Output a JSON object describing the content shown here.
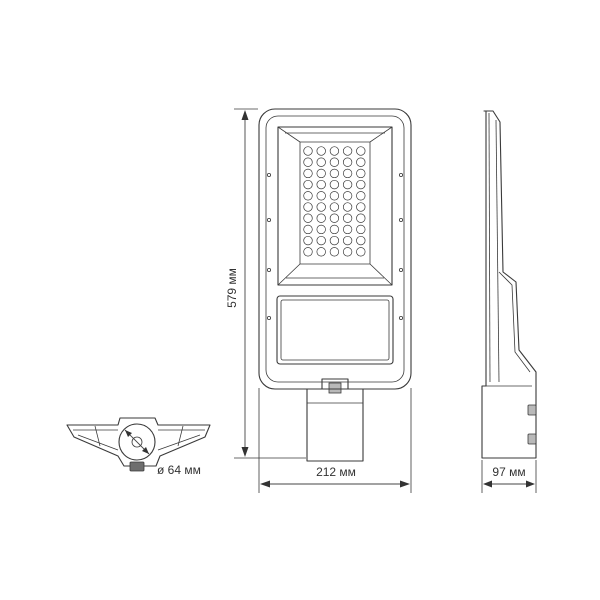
{
  "dimensions": {
    "height": "579 мм",
    "width": "212 мм",
    "depth": "97 мм",
    "diameter": "ø 64 мм"
  }
}
